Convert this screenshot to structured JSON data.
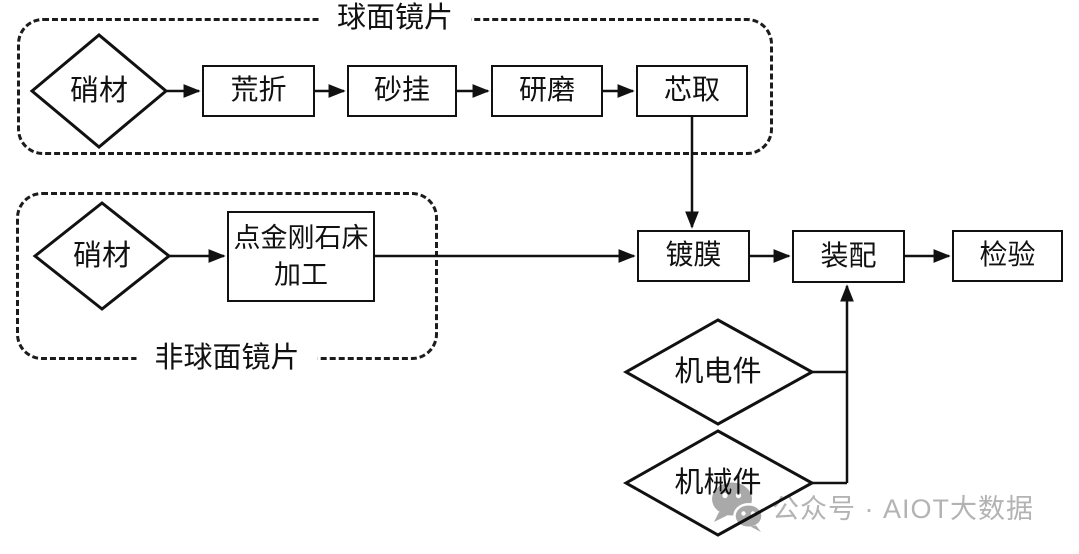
{
  "diagram": {
    "groups": {
      "spherical": {
        "label": "球面镜片"
      },
      "aspherical": {
        "label": "非球面镜片"
      }
    },
    "nodes": {
      "glass_spherical": {
        "label": "硝材",
        "shape": "diamond"
      },
      "rough_cut": {
        "label": "荒折",
        "shape": "rect"
      },
      "sand_hang": {
        "label": "砂挂",
        "shape": "rect"
      },
      "grinding": {
        "label": "研磨",
        "shape": "rect"
      },
      "centering": {
        "label": "芯取",
        "shape": "rect"
      },
      "glass_aspherical": {
        "label": "硝材",
        "shape": "diamond"
      },
      "diamond_turning": {
        "line1": "点金刚石床",
        "line2": "加工",
        "shape": "rect"
      },
      "coating": {
        "label": "镀膜",
        "shape": "rect"
      },
      "assembly": {
        "label": "装配",
        "shape": "rect"
      },
      "inspection": {
        "label": "检验",
        "shape": "rect"
      },
      "electromechanical_parts": {
        "label": "机电件",
        "shape": "diamond"
      },
      "mechanical_parts": {
        "label": "机械件",
        "shape": "diamond"
      }
    },
    "flows": [
      "glass_spherical -> rough_cut -> sand_hang -> grinding -> centering",
      "centering -> coating",
      "glass_aspherical -> diamond_turning -> coating",
      "coating -> assembly -> inspection",
      "electromechanical_parts -> assembly",
      "mechanical_parts -> assembly"
    ],
    "colors": {
      "line": "#111111",
      "background": "#ffffff",
      "watermark_gray": "#b3b3b3"
    }
  },
  "watermark": {
    "icon": "wechat-icon",
    "text": "公众号 · AIOT大数据"
  }
}
